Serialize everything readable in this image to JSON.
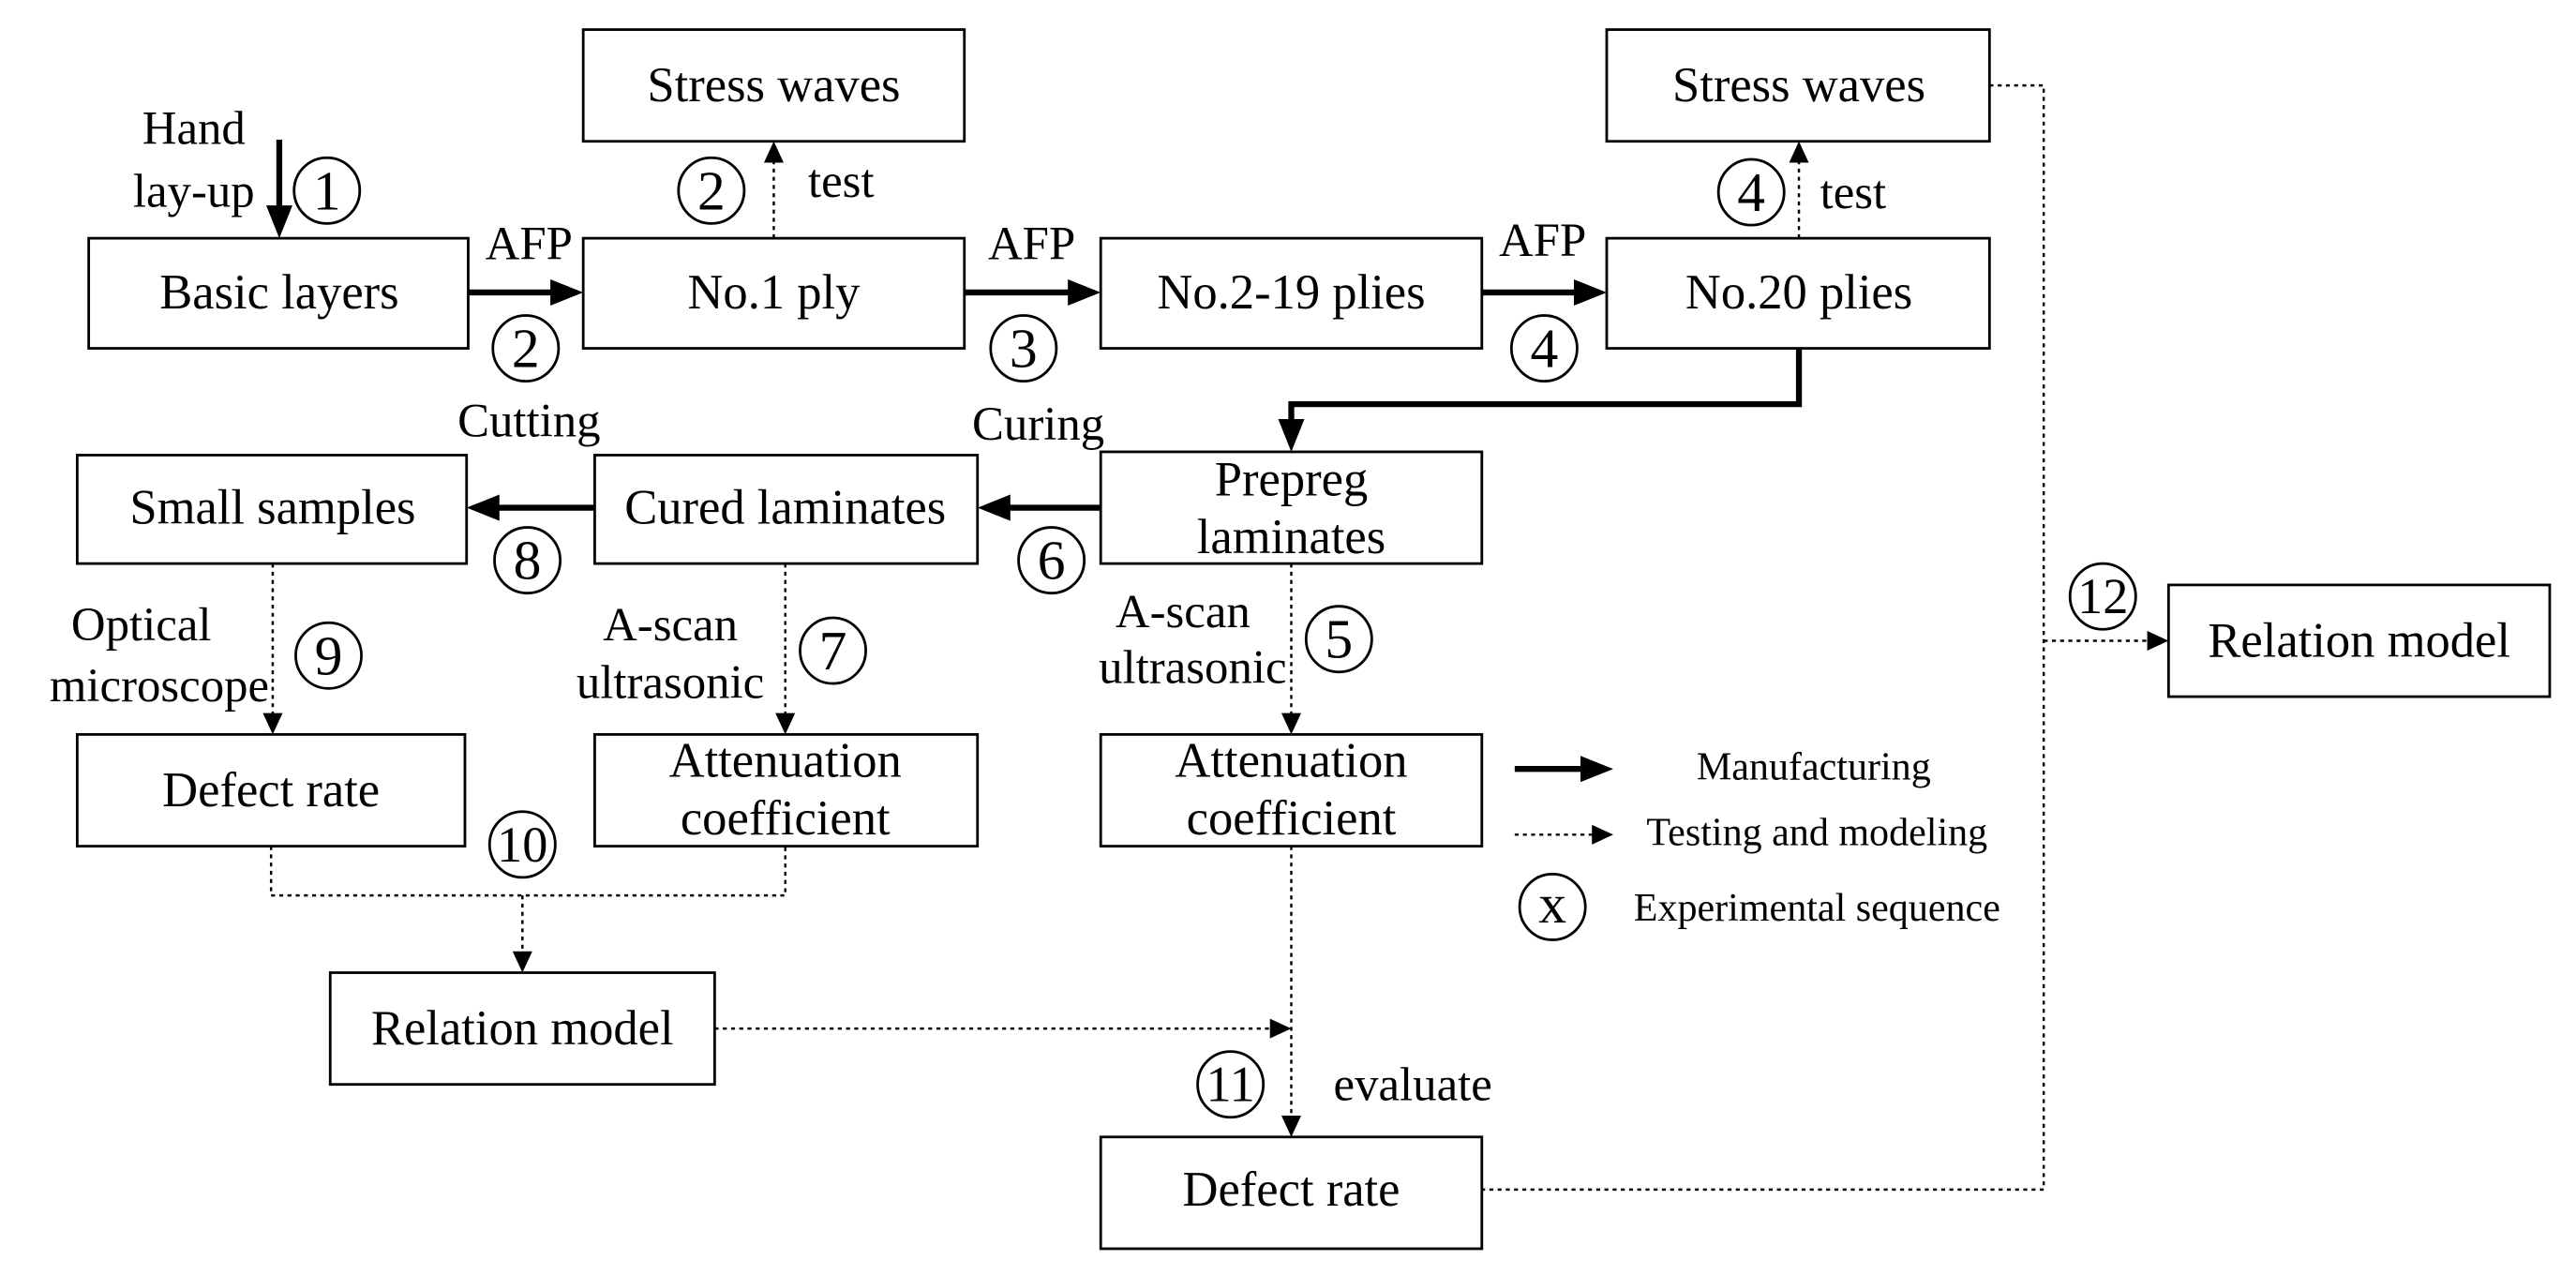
{
  "diagram": {
    "boxes": {
      "stress_waves_left": "Stress waves",
      "stress_waves_right": "Stress waves",
      "basic_layers": "Basic layers",
      "no1_ply": "No.1 ply",
      "no2_19_plies": "No.2-19 plies",
      "no20_plies": "No.20 plies",
      "prepreg_laminates": [
        "Prepreg",
        "laminates"
      ],
      "cured_laminates": "Cured laminates",
      "small_samples": "Small samples",
      "defect_rate_left": "Defect rate",
      "attenuation_left": [
        "Attenuation",
        "coefficient"
      ],
      "attenuation_right": [
        "Attenuation",
        "coefficient"
      ],
      "relation_model_left": "Relation model",
      "defect_rate_bottom": "Defect rate",
      "relation_model_right": "Relation model"
    },
    "edge_labels": {
      "hand_layup": [
        "Hand",
        "lay-up"
      ],
      "afp_1": "AFP",
      "afp_2": "AFP",
      "afp_3": "AFP",
      "test_1": "test",
      "test_2": "test",
      "curing": "Curing",
      "cutting": "Cutting",
      "optical_microscope": [
        "Optical",
        "microscope"
      ],
      "ascan_cured": [
        "A-scan",
        "ultrasonic"
      ],
      "ascan_prepreg": [
        "A-scan",
        "ultrasonic"
      ],
      "evaluate": "evaluate"
    },
    "steps": {
      "hand_layup": "1",
      "afp_1": "2",
      "test_1": "2",
      "afp_2": "3",
      "afp_3": "4",
      "test_2": "4",
      "ascan_prepreg": "5",
      "curing": "6",
      "ascan_cured": "7",
      "cutting": "8",
      "optical": "9",
      "relation_fit": "10",
      "evaluate": "11",
      "relation_final": "12"
    },
    "legend": {
      "manufacturing": "Manufacturing",
      "testing_modeling": "Testing and modeling",
      "sequence_symbol": "x",
      "experimental_sequence": "Experimental sequence"
    }
  }
}
